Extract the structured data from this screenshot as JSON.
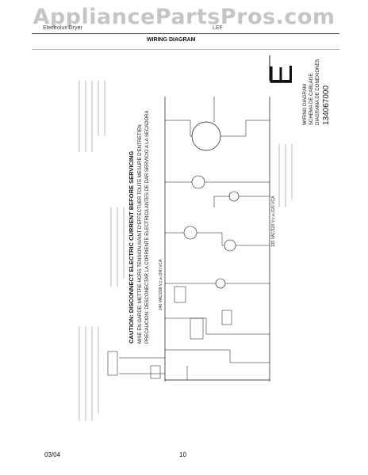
{
  "watermark": "AppliancePartsPros.com",
  "header": {
    "model": "Electrolux Dryer",
    "code": "LEF",
    "title": "WIRING DIAGRAM"
  },
  "wiring": {
    "letter": "E",
    "label_en": "WIRING DIAGRAM",
    "label_fr": "SCHEMA DE CABLAGE",
    "label_es": "DIAGRAMA DE CONEXIONES",
    "part_number": "134067000",
    "caution_en": "CAUTION: DISCONNECT ELECTRIC CURRENT BEFORE SERVICING",
    "caution_fr": "MISE EN GARDE: METTRE HORS TENSION AVANT D'EFFECTUER TOUTE MESURE D'ENTRETIEN",
    "caution_es": "PRECAUCION: DESCONECTAR LA CORRIENTE ELECTRICA ANTES DE DAR SERVICIO A LA SECADORA",
    "voltage_line": "240 VAC/208 V.c.a./240 VCA",
    "voltage_line2": "120 VAC/120 V.c.a./120 VCA"
  },
  "footer": {
    "date": "03/04",
    "page": "10"
  }
}
